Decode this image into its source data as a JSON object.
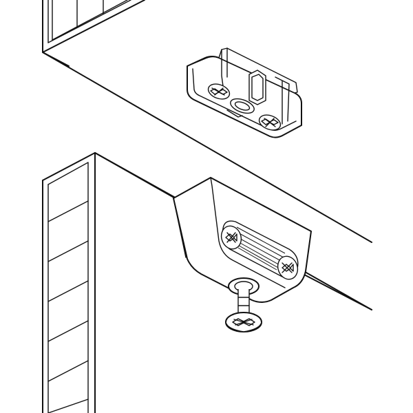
{
  "figure": {
    "kind": "assembly-illustration",
    "subject": [
      "upper-cabinet-panel",
      "catch-plate",
      "lower-cabinet-panel",
      "catch-housing",
      "mounting-screw"
    ],
    "line_color": "#111111",
    "background": "#ffffff"
  }
}
